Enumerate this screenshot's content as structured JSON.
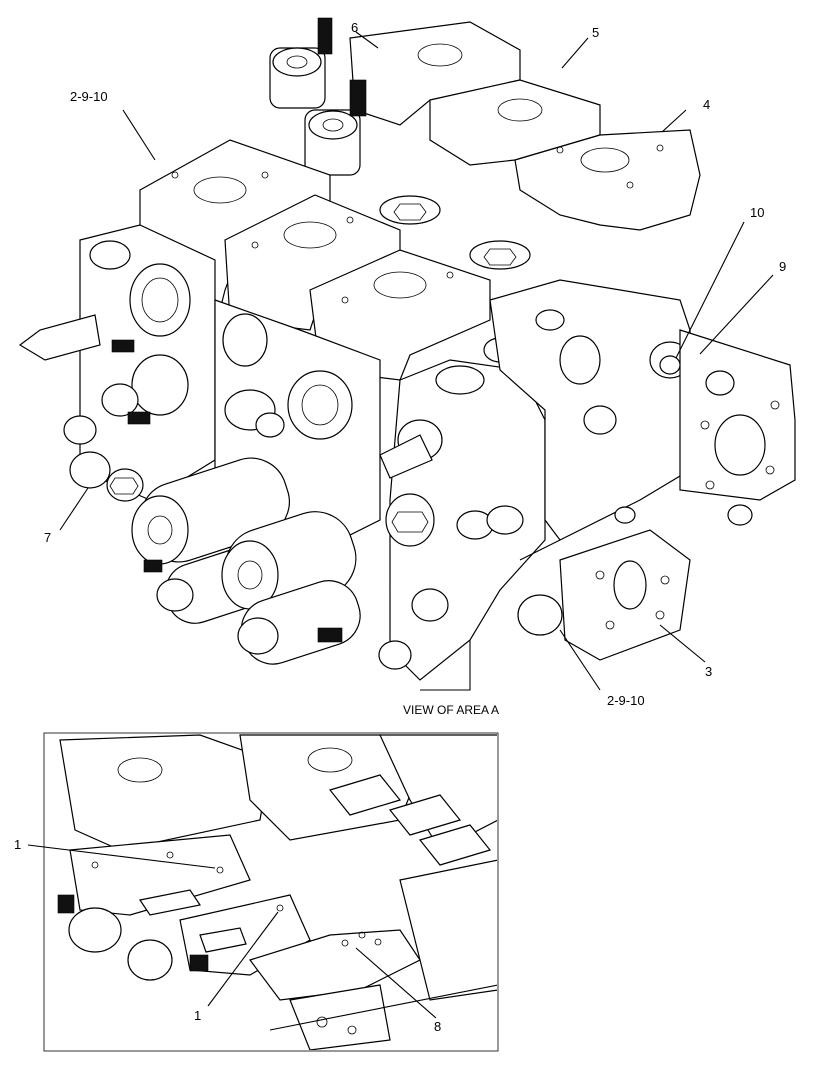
{
  "diagram": {
    "caption": "VIEW OF AREA A",
    "callouts": {
      "c_2910_top": "2-9-10",
      "c_6": "6",
      "c_5": "5",
      "c_4": "4",
      "c_10": "10",
      "c_9": "9",
      "c_7": "7",
      "c_3": "3",
      "c_2910_bottom": "2-9-10",
      "c_1_upper": "1",
      "c_1_lower": "1",
      "c_8": "8"
    }
  }
}
